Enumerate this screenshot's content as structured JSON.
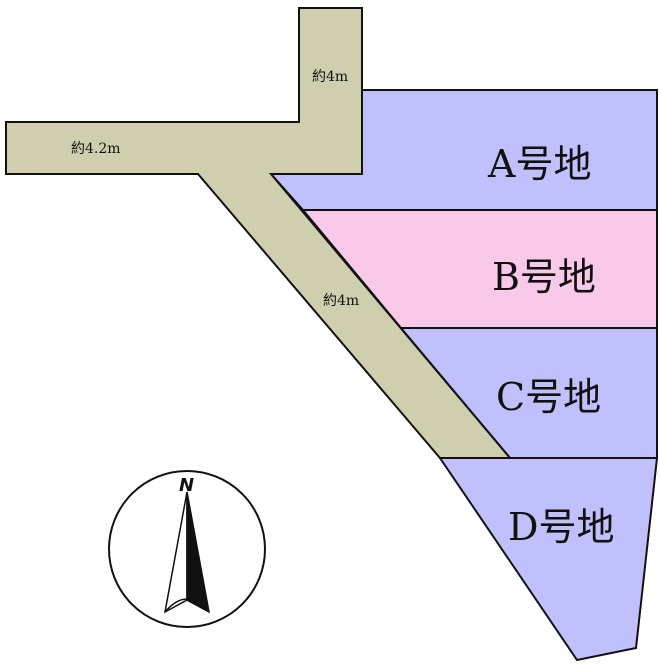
{
  "colors": {
    "road": "#cfcfaf",
    "lot_blue": "#c0c0fc",
    "lot_pink": "#f9c9e9",
    "outline": "#111111",
    "background": "#ffffff"
  },
  "lots": [
    {
      "id": "A",
      "label": "A号地",
      "color": "#c0c0fc"
    },
    {
      "id": "B",
      "label": "B号地",
      "color": "#f9c9e9"
    },
    {
      "id": "C",
      "label": "C号地",
      "color": "#c0c0fc"
    },
    {
      "id": "D",
      "label": "D号地",
      "color": "#c0c0fc"
    }
  ],
  "roads": {
    "north_road_width": "約4m",
    "west_road_width": "約4.2m",
    "diagonal_road_width": "約4m"
  },
  "compass": {
    "north_label": "N",
    "icon": "north-arrow-icon"
  }
}
